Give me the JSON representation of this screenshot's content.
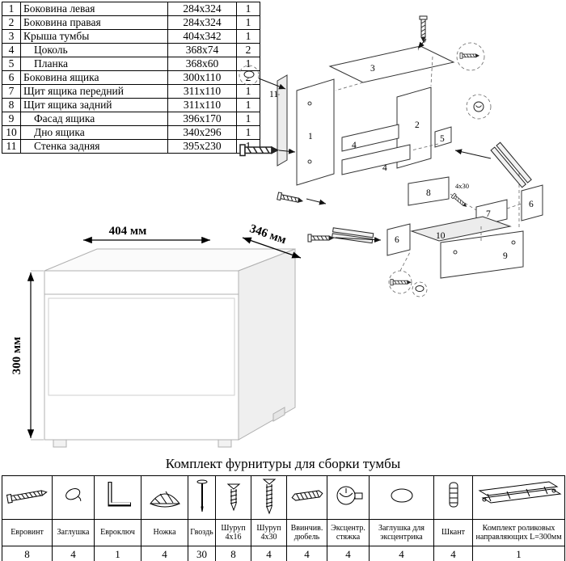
{
  "parts_table": {
    "rows": [
      {
        "num": "1",
        "name": "Боковина левая",
        "size": "284x324",
        "qty": "1"
      },
      {
        "num": "2",
        "name": "Боковина правая",
        "size": "284x324",
        "qty": "1"
      },
      {
        "num": "3",
        "name": "Крыша тумбы",
        "size": "404x342",
        "qty": "1"
      },
      {
        "num": "4",
        "name": "Цоколь",
        "size": "368x74",
        "qty": "2"
      },
      {
        "num": "5",
        "name": "Планка",
        "size": "368x60",
        "qty": "1"
      },
      {
        "num": "6",
        "name": "Боковина ящика",
        "size": "300x110",
        "qty": "2"
      },
      {
        "num": "7",
        "name": "Щит ящика передний",
        "size": "311x110",
        "qty": "1"
      },
      {
        "num": "8",
        "name": "Щит ящика задний",
        "size": "311x110",
        "qty": "1"
      },
      {
        "num": "9",
        "name": "Фасад ящика",
        "size": "396x170",
        "qty": "1"
      },
      {
        "num": "10",
        "name": "Дно ящика",
        "size": "340x296",
        "qty": "1"
      },
      {
        "num": "11",
        "name": "Стенка задняя",
        "size": "395x230",
        "qty": "1"
      }
    ]
  },
  "diagram": {
    "numbers": [
      "3",
      "11",
      "1",
      "2",
      "5",
      "4",
      "4",
      "8",
      "7",
      "6",
      "6",
      "10",
      "9"
    ],
    "annotation": "4x30"
  },
  "dimensions": {
    "width": "404 мм",
    "depth": "346 мм",
    "height": "300 мм"
  },
  "hardware": {
    "title": "Комплект фурнитуры для сборки тумбы",
    "items": [
      {
        "label": "Евровинт",
        "qty": "8",
        "icon": "confirmat-screw-icon"
      },
      {
        "label": "Заглушка",
        "qty": "4",
        "icon": "screw-cap-icon"
      },
      {
        "label": "Евроключ",
        "qty": "1",
        "icon": "hex-key-icon"
      },
      {
        "label": "Ножка",
        "qty": "4",
        "icon": "furniture-foot-icon"
      },
      {
        "label": "Гвоздь",
        "qty": "30",
        "icon": "nail-icon"
      },
      {
        "label": "Шуруп 4x16",
        "qty": "8",
        "icon": "screw-4x16-icon"
      },
      {
        "label": "Шуруп 4x30",
        "qty": "4",
        "icon": "screw-4x30-icon"
      },
      {
        "label": "Ввинчив. дюбель",
        "qty": "4",
        "icon": "threaded-dowel-icon"
      },
      {
        "label": "Эксцентр. стяжка",
        "qty": "4",
        "icon": "cam-lock-icon"
      },
      {
        "label": "Заглушка для эксцентрика",
        "qty": "4",
        "icon": "cam-cap-icon"
      },
      {
        "label": "Шкант",
        "qty": "4",
        "icon": "wood-dowel-icon"
      },
      {
        "label": "Комплект роликовых направляющих L=300мм",
        "qty": "1",
        "icon": "drawer-slides-icon"
      }
    ]
  }
}
